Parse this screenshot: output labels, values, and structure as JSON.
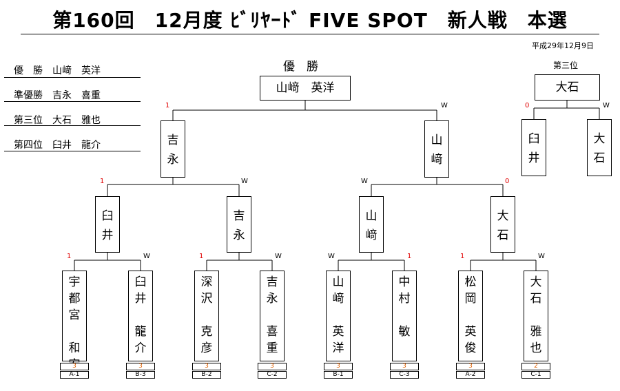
{
  "title": "第160回　12月度 ﾋﾞﾘﾔｰﾄﾞ FIVE SPOT　新人戦　本選",
  "date": "平成29年12月9日",
  "results": [
    {
      "label": "優　勝　山﨑　英洋"
    },
    {
      "label": "準優勝　吉永　喜重"
    },
    {
      "label": "第三位　大石　雅也"
    },
    {
      "label": "第四位　臼井　龍介"
    }
  ],
  "champion_label": "優　勝",
  "champion_name": "山﨑　英洋",
  "third_place_label": "第三位",
  "third_place_winner": "大石",
  "bracket": {
    "final": [
      {
        "name": "吉\n永",
        "score": "1"
      },
      {
        "name": "山\n﨑",
        "score": "W"
      }
    ],
    "semis": [
      {
        "name": "臼\n井",
        "score": "1"
      },
      {
        "name": "吉\n永",
        "score": "W"
      },
      {
        "name": "山\n﨑",
        "score": "W"
      },
      {
        "name": "大\n石",
        "score": "0"
      }
    ],
    "third": [
      {
        "name": "臼\n井",
        "score": "0"
      },
      {
        "name": "大\n石",
        "score": "W"
      }
    ],
    "first_round": [
      {
        "name": "宇\n都\n宮\n\n和\n宏",
        "score": "1",
        "seed": "3",
        "group": "A-1"
      },
      {
        "name": "臼\n井\n\n龍\n介",
        "score": "W",
        "seed": "3",
        "group": "B-3"
      },
      {
        "name": "深\n沢\n\n克\n彦",
        "score": "1",
        "seed": "3",
        "group": "B-2"
      },
      {
        "name": "吉\n永\n\n喜\n重",
        "score": "W",
        "seed": "3",
        "group": "C-2"
      },
      {
        "name": "山\n﨑\n\n英\n洋",
        "score": "W",
        "seed": "3",
        "group": "B-1"
      },
      {
        "name": "中\n村\n\n敏",
        "score": "1",
        "seed": "3",
        "group": "C-3"
      },
      {
        "name": "松\n岡\n\n英\n俊",
        "score": "1",
        "seed": "3",
        "group": "A-2"
      },
      {
        "name": "大\n石\n\n雅\n也",
        "score": "W",
        "seed": "2",
        "group": "C-1"
      }
    ]
  },
  "colors": {
    "score_red": "#e00000",
    "seed_orange": "#e06000"
  }
}
